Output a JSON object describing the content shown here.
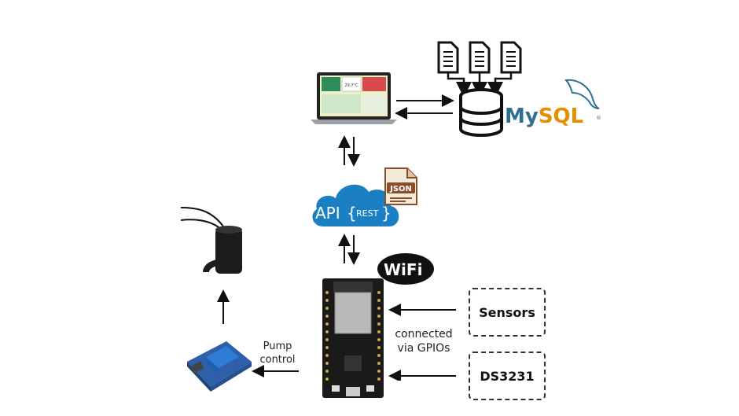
{
  "laptop": {
    "screen_reading": "29.7°C"
  },
  "database": {
    "brand": "MySQL"
  },
  "api": {
    "label": "API",
    "sub": "REST",
    "badge": "JSON"
  },
  "wifi": {
    "label": "WiFi"
  },
  "boxes": {
    "sensors": "Sensors",
    "rtc": "DS3231"
  },
  "labels": {
    "gpio_line1": "connected",
    "gpio_line2": "via GPIOs",
    "pump_line1": "Pump",
    "pump_line2": "control"
  },
  "colors": {
    "cloud": "#1b7fc4",
    "mysql_blue": "#2f6f8f",
    "mysql_orange": "#e48e00",
    "json_file": "#8b4e2c"
  }
}
